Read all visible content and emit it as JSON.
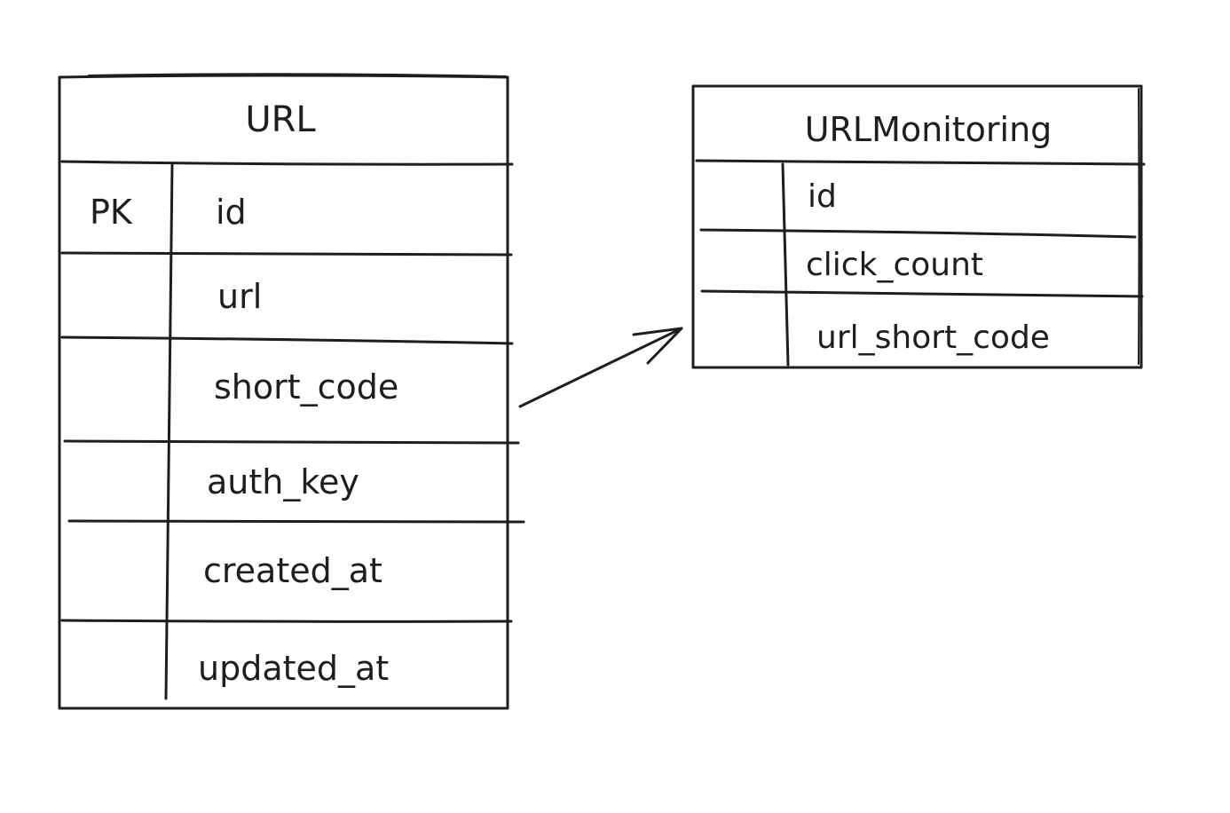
{
  "colors": {
    "stroke": "#1e1e1e",
    "background": "#ffffff"
  },
  "url_table": {
    "title": "URL",
    "rows": [
      {
        "key": "PK",
        "field": "id"
      },
      {
        "key": "",
        "field": "url"
      },
      {
        "key": "",
        "field": "short_code"
      },
      {
        "key": "",
        "field": "auth_key"
      },
      {
        "key": "",
        "field": "created_at"
      },
      {
        "key": "",
        "field": "updated_at"
      }
    ]
  },
  "monitoring_table": {
    "title": "URLMonitoring",
    "rows": [
      {
        "key": "",
        "field": "id"
      },
      {
        "key": "",
        "field": "click_count"
      },
      {
        "key": "",
        "field": "url_short_code"
      }
    ]
  },
  "relations": [
    {
      "from": "URL.short_code",
      "to": "URLMonitoring.url_short_code"
    }
  ]
}
